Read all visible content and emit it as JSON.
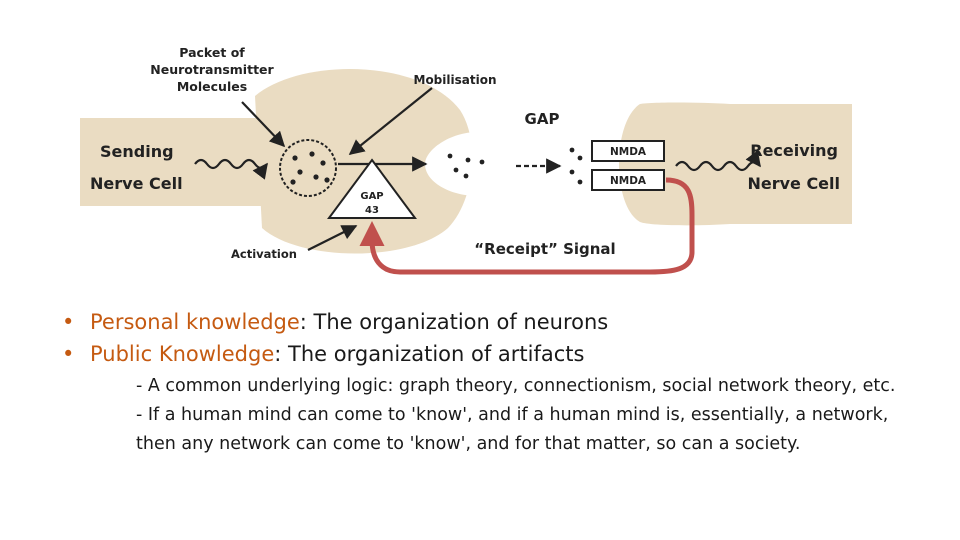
{
  "diagram": {
    "labels": {
      "packet_line1": "Packet of",
      "packet_line2": "Neurotransmitter",
      "packet_line3": "Molecules",
      "mobilisation": "Mobilisation",
      "gap_title": "GAP",
      "sending_line1": "Sending",
      "sending_line2": "Nerve Cell",
      "receiving_line1": "Receiving",
      "receiving_line2": "Nerve Cell",
      "gap43_line1": "GAP",
      "gap43_line2": "43",
      "nmda_top": "NMDA",
      "nmda_bottom": "NMDA",
      "receipt_signal": "“Receipt” Signal",
      "activation": "Activation"
    },
    "colors": {
      "cell_fill": "#eadcc2",
      "signal_arrow": "#c0504d",
      "ink": "#222222"
    }
  },
  "bullets": [
    {
      "term": "Personal knowledge",
      "rest": ": The organization of neurons"
    },
    {
      "term": "Public Knowledge",
      "rest": ": The organization of artifacts"
    }
  ],
  "sub_points": [
    "- A common underlying logic: graph theory, connectionism, social network theory, etc.",
    "- If a human mind can come to 'know', and if a human mind is, essentially, a network, then any network can come to 'know', and for that matter, so can a society."
  ],
  "bullet_color": "#c55a11"
}
